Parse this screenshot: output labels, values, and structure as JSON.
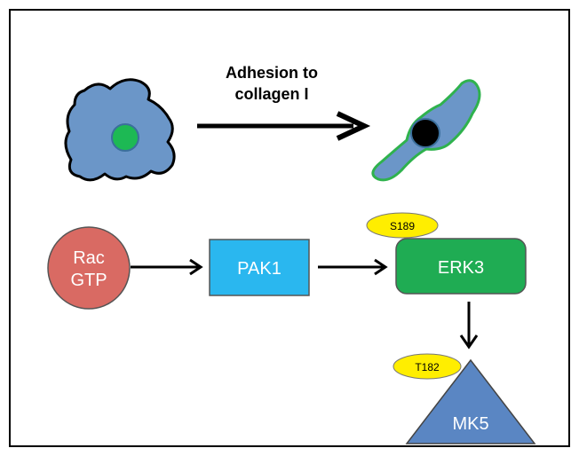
{
  "adhesion": {
    "line1": "Adhesion to",
    "line2": "collagen I"
  },
  "nodes": {
    "rac": {
      "line1": "Rac",
      "line2": "GTP"
    },
    "pak1": "PAK1",
    "erk3": "ERK3",
    "mk5": "MK5"
  },
  "sites": {
    "s189": "S189",
    "t182": "T182"
  },
  "colors": {
    "cell_fill": "#6b96c8",
    "nucleus_green": "#1db954",
    "cell_outline_green": "#2fb24d",
    "rac": "#d96a63",
    "pak1": "#2ab7ef",
    "erk3": "#1fac53",
    "mk5": "#5a86c3",
    "site_pill": "#ffee00"
  }
}
